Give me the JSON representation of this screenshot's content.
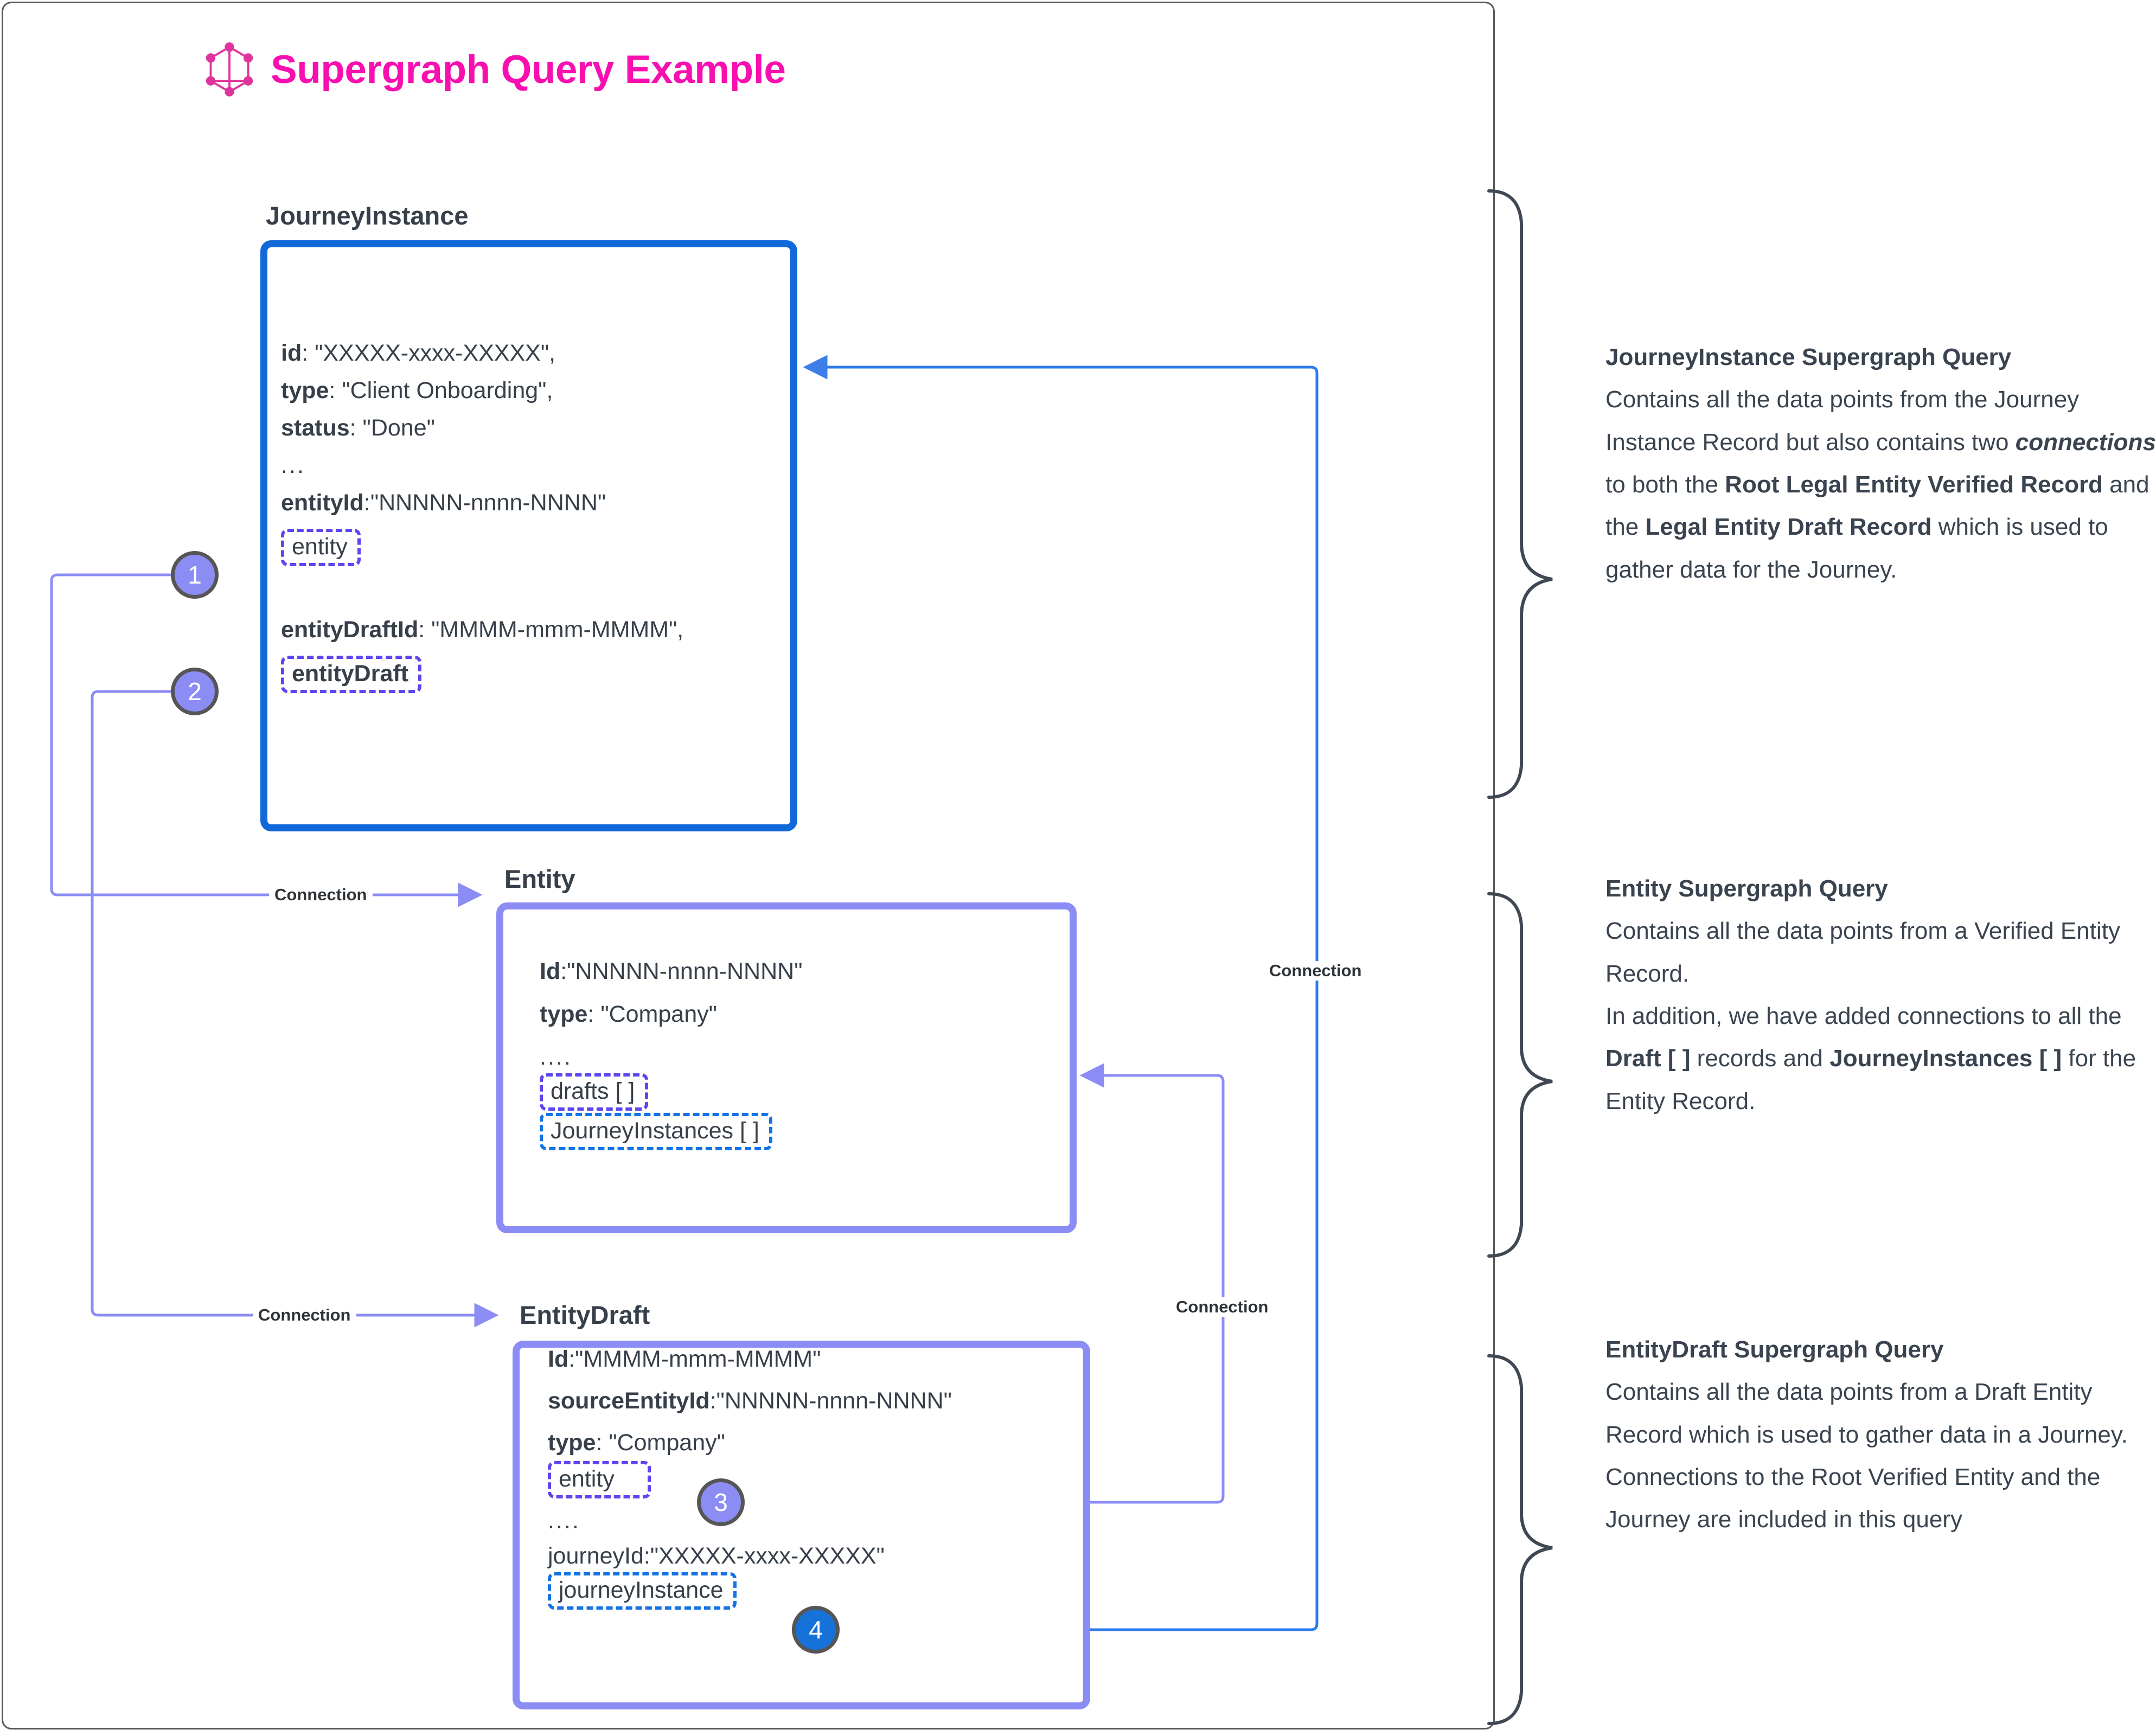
{
  "title": {
    "text": "Supergraph Query Example",
    "color": "#F90FB0",
    "logo_icon": "graphql-logo-icon"
  },
  "colors": {
    "brand_pink": "#F90FB0",
    "journey_blue": "#1168D8",
    "entity_purple": "#8C8CF5",
    "dash_purple": "#5B46F0",
    "dash_blue": "#1373E6",
    "text_dark": "#37404a",
    "frame_gray": "#595959"
  },
  "records": [
    {
      "name": "JourneyInstance",
      "border_color": "#1168D8",
      "lines": [
        {
          "key": "id",
          "bold_key": true,
          "value": ": \"XXXXX-xxxx-XXXXX\","
        },
        {
          "key": "type",
          "bold_key": true,
          "value": ": \"Client Onboarding\","
        },
        {
          "key": "status",
          "bold_key": true,
          "value": ": \"Done\""
        },
        {
          "key": "",
          "bold_key": false,
          "value": "..."
        },
        {
          "key": "entityId",
          "bold_key": true,
          "value": ":\"NNNNN-nnnn-NNNN\""
        },
        {
          "key": "entity",
          "bold_key": false,
          "value": "",
          "dashed": "purple"
        },
        {
          "key": "",
          "bold_key": false,
          "value": ""
        },
        {
          "key": "entityDraftId",
          "bold_key": true,
          "value": ": \"MMMM-mmm-MMMM\","
        },
        {
          "key": "entityDraft",
          "bold_key": true,
          "value": "",
          "dashed": "purple"
        }
      ]
    },
    {
      "name": "Entity",
      "border_color": "#8C8CF5",
      "lines": [
        {
          "key": "Id",
          "bold_key": true,
          "value": ":\"NNNNN-nnnn-NNNN\""
        },
        {
          "key": "type",
          "bold_key": true,
          "value": ": \"Company\""
        },
        {
          "key": "",
          "bold_key": false,
          "value": "...."
        },
        {
          "key": "drafts [ ]",
          "bold_key": false,
          "value": "",
          "dashed": "purple"
        },
        {
          "key": "JourneyInstances [ ]",
          "bold_key": false,
          "value": "",
          "dashed": "blue"
        }
      ]
    },
    {
      "name": "EntityDraft",
      "border_color": "#8C8CF5",
      "lines": [
        {
          "key": "Id",
          "bold_key": true,
          "value": ":\"MMMM-mmm-MMMM\""
        },
        {
          "key": "sourceEntityId",
          "bold_key": true,
          "value": ":\"NNNNN-nnnn-NNNN\""
        },
        {
          "key": "type",
          "bold_key": true,
          "value": ": \"Company\""
        },
        {
          "key": "entity",
          "bold_key": false,
          "value": "",
          "dashed": "purple"
        },
        {
          "key": "",
          "bold_key": false,
          "value": "...."
        },
        {
          "key": "journeyId",
          "bold_key": false,
          "value": ":\"XXXXX-xxxx-XXXXX\""
        },
        {
          "key": "journeyInstance",
          "bold_key": false,
          "value": "",
          "dashed": "blue"
        }
      ]
    }
  ],
  "bullets": [
    {
      "number": "1",
      "style": "purple"
    },
    {
      "number": "2",
      "style": "purple"
    },
    {
      "number": "3",
      "style": "purple"
    },
    {
      "number": "4",
      "style": "blue"
    }
  ],
  "edge_labels": {
    "entity_connection": "Connection",
    "entitydraft_connection": "Connection",
    "journey_connection": "Connection",
    "entity_back_connection": "Connection"
  },
  "panels": [
    {
      "heading": "JourneyInstance Supergraph Query",
      "body_html": "Contains all the data points from the Journey Instance Record but also contains two <i>connections</i> to both the <b>Root Legal Entity Verified Record</b> and the <b>Legal Entity Draft Record</b> which is used to gather data for the Journey.",
      "body_plain": "Contains all the data points from the Journey Instance Record but also contains two connections to both the Root Legal Entity Verified Record and the Legal Entity Draft Record which is used to gather data for the Journey."
    },
    {
      "heading": "Entity Supergraph Query",
      "body_html": "Contains all the data points from a Verified Entity Record.<br>In addition, we have added connections to all the <b>Draft [ ]</b> records and <b>JourneyInstances [ ]</b> for the Entity Record.",
      "body_plain": "Contains all the data points from a Verified Entity Record. In addition, we have added connections to all the Draft [ ] records and JourneyInstances [ ] for the Entity Record."
    },
    {
      "heading": "EntityDraft Supergraph Query",
      "body_html": "Contains all the data points from a Draft Entity Record which is used to gather data in a Journey. Connections to the Root Verified Entity and the Journey are included in this query",
      "body_plain": "Contains all the data points from a Draft Entity Record which is used to gather data in a Journey. Connections to the Root Verified Entity and the Journey are included in this query"
    }
  ]
}
